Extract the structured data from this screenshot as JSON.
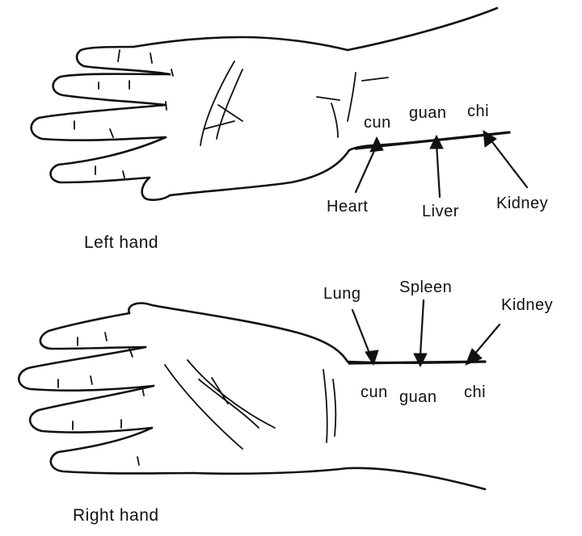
{
  "left_hand": {
    "caption": "Left hand",
    "positions": {
      "cun": "cun",
      "guan": "guan",
      "chi": "chi"
    },
    "organs": {
      "cun": "Heart",
      "guan": "Liver",
      "chi": "Kidney"
    }
  },
  "right_hand": {
    "caption": "Right hand",
    "positions": {
      "cun": "cun",
      "guan": "guan",
      "chi": "chi"
    },
    "organs": {
      "cun": "Lung",
      "guan": "Spleen",
      "chi": "Kidney"
    }
  },
  "colors": {
    "ink": "#111111",
    "paper": "#ffffff"
  }
}
